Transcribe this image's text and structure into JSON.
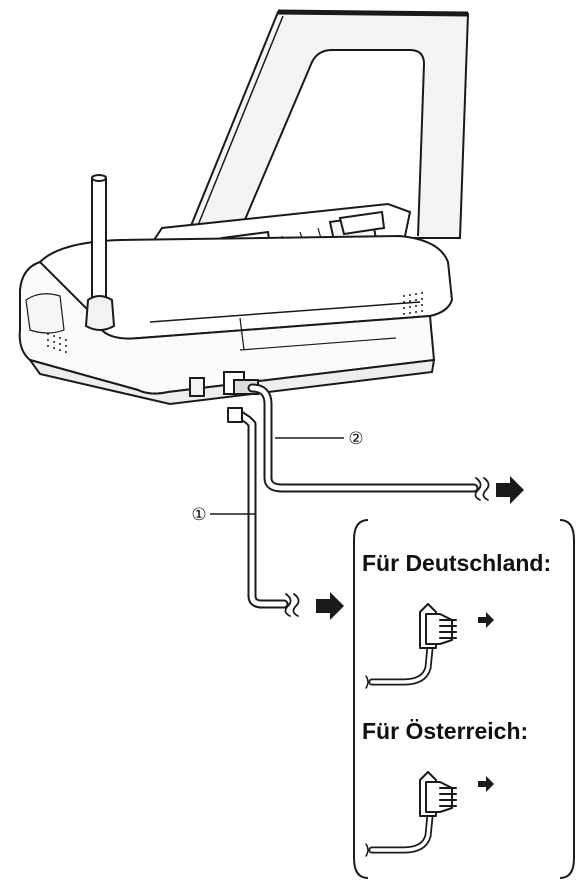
{
  "callouts": {
    "phone_cord": "①",
    "power_cord": "②"
  },
  "plug_panel": {
    "germany_label": "Für Deutschland:",
    "austria_label": "Für Österreich:"
  },
  "colors": {
    "line": "#1a1a1a",
    "paper_shade": "#f2f2f2",
    "body_fill": "#ffffff",
    "cable_core": "#ffffff"
  },
  "icons": {
    "arrow": "right-arrow-icon",
    "plug": "tae-plug-icon"
  }
}
